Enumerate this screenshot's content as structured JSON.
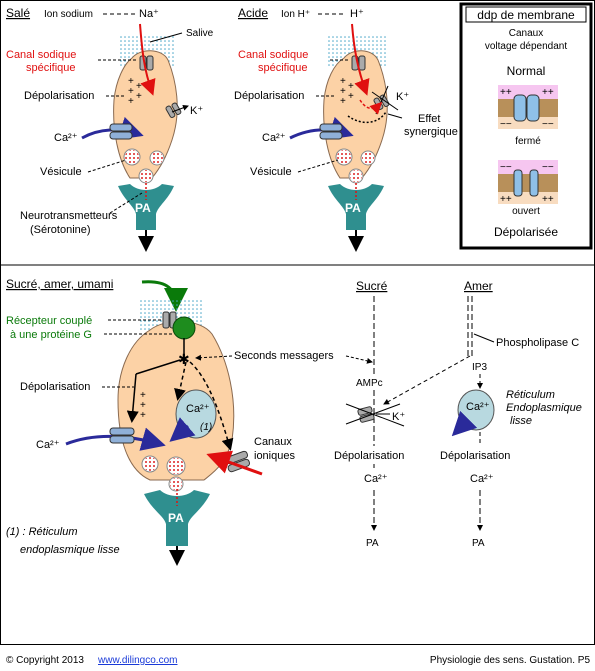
{
  "panels": {
    "sale": {
      "title": "Salé",
      "subtitle": "Ion sodium",
      "ion": "Na⁺",
      "salive": "Salive",
      "canal": [
        "Canal sodique",
        "spécifique"
      ],
      "depolarisation": "Dépolarisation",
      "plus": "+",
      "k": "K⁺",
      "ca": "Ca²⁺",
      "vesicule": "Vésicule",
      "pa": "PA",
      "neuro": [
        "Neurotransmetteurs",
        "(Sérotonine)"
      ]
    },
    "acide": {
      "title": "Acide",
      "subtitle": "Ion H⁺",
      "ion": "H⁺",
      "canal": [
        "Canal sodique",
        "spécifique"
      ],
      "depolarisation": "Dépolarisation",
      "k": "K⁺",
      "effet": [
        "Effet",
        "synergique"
      ],
      "ca": "Ca²⁺",
      "vesicule": "Vésicule",
      "pa": "PA"
    },
    "ddp": {
      "title": "ddp de membrane",
      "canaux": [
        "Canaux",
        "voltage dépendant"
      ],
      "normal": "Normal",
      "ferme": "fermé",
      "ouvert": "ouvert",
      "depolarisee": "Dépolarisée",
      "pp": "++",
      "mm": "−−"
    },
    "sucre": {
      "title": "Sucré, amer, umami",
      "recepteur": [
        "Récepteur couplé",
        "à une protéine G"
      ],
      "seconds": "Seconds messagers",
      "depolarisation": "Dépolarisation",
      "ca": "Ca²⁺",
      "reticulum_short": "(1)",
      "canaux": [
        "Canaux",
        "ioniques"
      ],
      "pa": "PA",
      "footnote": [
        "(1) : Réticulum",
        "endoplasmique lisse"
      ]
    },
    "pathways": {
      "sucre": "Sucré",
      "amer": "Amer",
      "ampc": "AMPc",
      "ip3": "IP3",
      "phospho": "Phospholipase C",
      "k": "K⁺",
      "reticulum": [
        "Réticulum",
        "Endoplasmique",
        "lisse"
      ],
      "depol": "Dépolarisation",
      "ca": "Ca²⁺",
      "pa": "PA"
    }
  },
  "footer": {
    "copyright": "© Copyright 2013",
    "link": "www.dilingco.com",
    "right": "Physiologie des sens. Gustation. P5"
  },
  "colors": {
    "cell": "#fcd2a6",
    "cell_stroke": "#8a6a50",
    "neuron": "#2f8f8f",
    "channel": "#8fb0d8",
    "arrow_red": "#e01010",
    "arrow_blue": "#2a2a9a",
    "green": "#0a7a0a",
    "reticulum": "#b8d9e0"
  }
}
